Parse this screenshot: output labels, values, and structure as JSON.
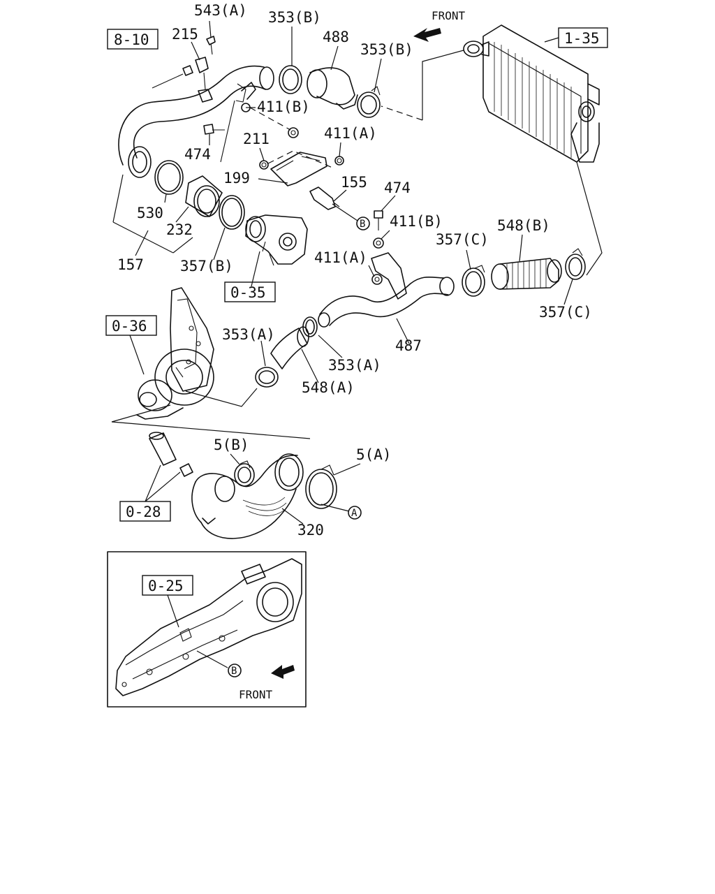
{
  "labels": {
    "p543a": "543(A)",
    "p215": "215",
    "p353b_top": "353(B)",
    "p488": "488",
    "p353b_right": "353(B)",
    "p411b_top": "411(B)",
    "p211": "211",
    "p411a_top": "411(A)",
    "p474_left": "474",
    "p199": "199",
    "p155": "155",
    "p474_right": "474",
    "p411b_mid": "411(B)",
    "p530": "530",
    "p232": "232",
    "p157": "157",
    "p357b": "357(B)",
    "p411a_mid": "411(A)",
    "p357c_top": "357(C)",
    "p548b": "548(B)",
    "p357c_bottom": "357(C)",
    "p487": "487",
    "p353a_left": "353(A)",
    "p353a_right": "353(A)",
    "p548a": "548(A)",
    "p5b": "5(B)",
    "p5a": "5(A)",
    "p320": "320"
  },
  "refs": {
    "r810": "8-10",
    "r135": "1-35",
    "r035": "0-35",
    "r036": "0-36",
    "r028": "0-28",
    "r025": "0-25"
  },
  "markers": {
    "a": "A",
    "b": "B"
  },
  "front_top": "FRONT",
  "front_inset": "FRONT"
}
